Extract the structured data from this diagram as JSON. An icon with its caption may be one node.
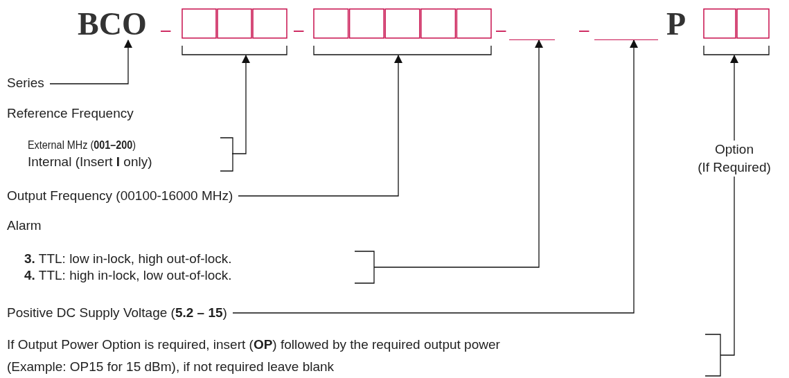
{
  "diagram": {
    "nodes": [
      {
        "text": [
          "BCO"
        ]
      },
      {
        "text": [],
        "shape": "box"
      },
      {
        "text": [],
        "shape": "box"
      },
      {
        "text": [],
        "shape": "bar"
      },
      {
        "text": [],
        "shape": "bar"
      },
      {
        "text": [
          "P"
        ]
      },
      {
        "text": [],
        "shape": "box"
      },
      {
        "text": [
          "Series"
        ]
      },
      {
        "text": [
          "Reference Frequency"
        ]
      },
      {
        "text": [
          "External MHz (**001–200**)",
          "Internal (Insert **I** only)"
        ]
      },
      {
        "text": [
          "Output Frequency (00100-16000 MHz)"
        ]
      },
      {
        "text": [
          "Alarm"
        ]
      },
      {
        "text": [
          "**3.** TTL: low in-lock, high out-of-lock.",
          "**4.** TTL: high in-lock, low out-of-lock."
        ]
      },
      {
        "text": [
          "Positive DC Supply Voltage (**5.2 – 15**)"
        ]
      },
      {
        "text": [
          "If Output Power Option is required, insert (**OP**) followed by the required output power (Example: OP15 for 15 dBm), if not required leave blank"
        ]
      },
      {
        "text": [
          "Option (If Required)"
        ]
      }
    ],
    "edges": [
      {
        "from": 7,
        "to": 0,
        "arrow": "to"
      },
      {
        "from": 9,
        "to": 1,
        "arrow": "to"
      },
      {
        "from": 10,
        "to": 2,
        "arrow": "to"
      },
      {
        "from": 12,
        "to": 3,
        "arrow": "to"
      },
      {
        "from": 13,
        "to": 4,
        "arrow": "to"
      },
      {
        "from": 14,
        "to": 15,
        "arrow": "none"
      },
      {
        "from": 15,
        "to": 6,
        "arrow": "to"
      }
    ],
    "labels": [
      "–",
      "–",
      "–",
      "–"
    ]
  }
}
